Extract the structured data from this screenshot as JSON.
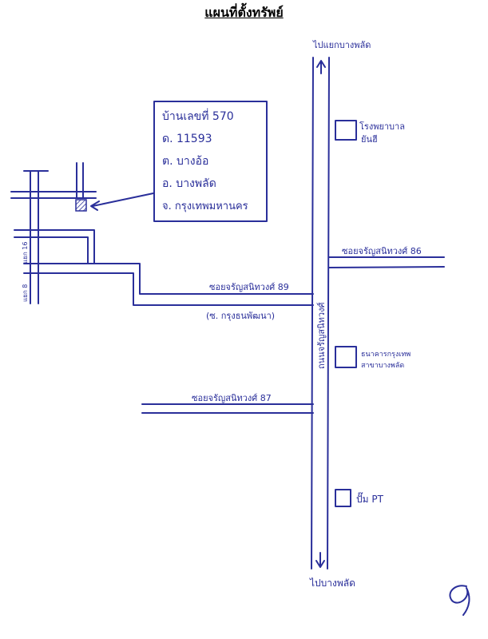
{
  "title": "แผนที่ตั้งทรัพย์",
  "info_box": {
    "house_no": "บ้านเลขที่ 570",
    "deed_no": "ด. 11593",
    "subdistrict": "ต. บางอ้อ",
    "district": "อ. บางพลัด",
    "province": "จ. กรุงเทพมหานคร"
  },
  "main_road": {
    "label": "ถนนจรัญสนิทวงศ์",
    "top_direction": "ไปแยกบางพลัด",
    "bottom_direction": "ไปบางพลัด"
  },
  "side_roads": {
    "soi_86": "ซอยจรัญสนิทวงศ์ 86",
    "soi_89": "ซอยจรัญสนิทวงศ์ 89",
    "soi_89_alias": "(ซ. กรุงธนพัฒนา)",
    "soi_87": "ซอยจรัญสนิทวงศ์ 87",
    "small_road_1": "แยก 16",
    "small_road_2": "แยก 8"
  },
  "landmarks": {
    "hospital": "โรงพยาบาล",
    "hospital_name": "ยันฮี",
    "bank_line1": "ธนาคารกรุงเทพ",
    "bank_line2": "สาขาบางพลัด",
    "gas_station": "ปั๊ม PT"
  },
  "page_mark": "9",
  "colors": {
    "ink": "#2a2f9a",
    "title": "#000000"
  }
}
